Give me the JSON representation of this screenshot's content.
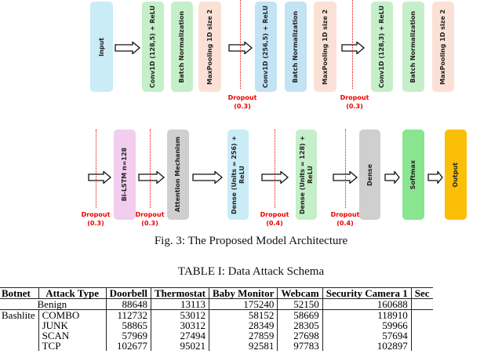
{
  "figure": {
    "row1": [
      {
        "label": "Input",
        "color": "#c9ecf7"
      },
      {
        "label": "Conv1D (128,5) + ReLU",
        "color": "#c4efc8"
      },
      {
        "label": "Batch Normalization",
        "color": "#c4efc8"
      },
      {
        "label": "MaxPooling 1D size 2",
        "color": "#fbe1d5"
      },
      {
        "label": "Conv1D (256,5) + ReLU",
        "color": "#c2e3f3"
      },
      {
        "label": "Batch Normalization",
        "color": "#c2e3f3"
      },
      {
        "label": "MaxPooling 1D size 2",
        "color": "#fbe1d5"
      },
      {
        "label": "Conv1D (128,3) + ReLU",
        "color": "#c4efc8"
      },
      {
        "label": "Batch Normalization",
        "color": "#c4efc8"
      },
      {
        "label": "MaxPooling 1D size 2",
        "color": "#fbe1d5"
      }
    ],
    "row2": [
      {
        "label": "Bi-LSTM n=128",
        "color": "#f2cdee"
      },
      {
        "label": "Attention Mechanism",
        "color": "#cfcfcf"
      },
      {
        "label": "Dense (Units = 256) + ReLU",
        "color": "#c9ecf7"
      },
      {
        "label": "Dense (Units = 128) + ReLU",
        "color": "#c4efc8"
      },
      {
        "label": "Dense",
        "color": "#cfcfcf"
      },
      {
        "label": "Softmax",
        "color": "#8ae590"
      },
      {
        "label": "Output",
        "color": "#fbbf08"
      }
    ],
    "dropouts": [
      {
        "label": "Dropout",
        "rate": "(0.3)"
      },
      {
        "label": "Dropout",
        "rate": "(0.3)"
      },
      {
        "label": "Dropout",
        "rate": "(0.3)"
      },
      {
        "label": "Dropout",
        "rate": "(0.3)"
      },
      {
        "label": "Dropout",
        "rate": "(0.4)"
      },
      {
        "label": "Dropout",
        "rate": "(0.4)"
      }
    ],
    "caption": "Fig. 3: The Proposed Model Architecture"
  },
  "table": {
    "title": "TABLE I: Data Attack Schema",
    "headers": [
      "Botnet",
      "Attack Type",
      "Doorbell",
      "Thermostat",
      "Baby Monitor",
      "Webcam",
      "Security Camera 1",
      "Sec"
    ],
    "benign": {
      "label": "Benign",
      "values": [
        "88648",
        "13113",
        "175240",
        "52150",
        "160688",
        ""
      ]
    },
    "botnet": "Bashlite",
    "rows": [
      {
        "type": "COMBO",
        "values": [
          "112732",
          "53012",
          "58152",
          "58669",
          "118910",
          ""
        ]
      },
      {
        "type": "JUNK",
        "values": [
          "58865",
          "30312",
          "28349",
          "28305",
          "59966",
          ""
        ]
      },
      {
        "type": "SCAN",
        "values": [
          "57969",
          "27494",
          "27859",
          "27698",
          "57694",
          ""
        ]
      },
      {
        "type": "TCP",
        "values": [
          "102677",
          "95021",
          "92581",
          "97783",
          "102897",
          ""
        ]
      }
    ]
  }
}
